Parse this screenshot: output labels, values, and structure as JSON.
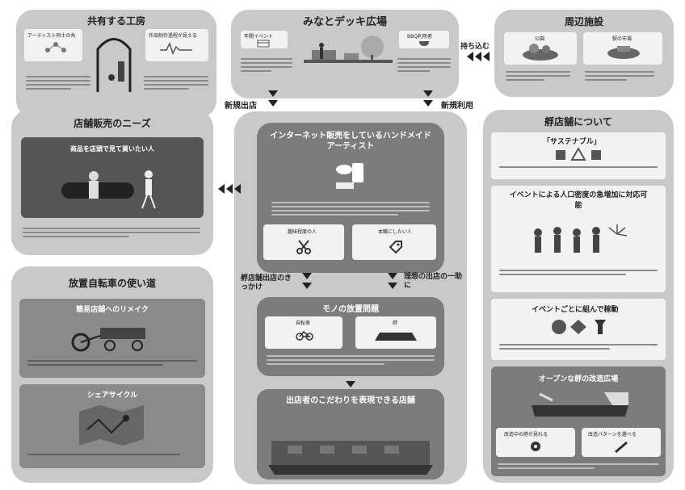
{
  "workshop": {
    "title": "共有する工房",
    "card_left": "アーティスト同士の共",
    "card_right": "作品制作過程が見える"
  },
  "plaza": {
    "title": "みなとデッキ広場",
    "card_left": "年間イベント",
    "card_right": "BBQ利用者"
  },
  "nearby": {
    "title": "周辺施設",
    "card_left": "公園",
    "card_right": "駅の市場"
  },
  "bring_in": "持ち込む",
  "new_shop": "新規出店",
  "new_use": "新規利用",
  "needs": {
    "title": "店舗販売のニーズ",
    "photo_caption": "商品を店頭で見て買いたい人"
  },
  "internet": {
    "title": "インターネット販売をしているハンドメイドアーティスト",
    "card_left": "趣味程度の人",
    "card_right": "本職にしたい人"
  },
  "barge": {
    "title": "艀店舗について",
    "sustainable": "「サステナブル」",
    "event_density": "イベントによる人口密度の急増加に対応可能",
    "per_event": "イベントごとに組んで稼動",
    "open_plaza": "オープンな艀の改造広場",
    "card_left": "改造中の艀が見れる",
    "card_right": "改造パターンを選べる"
  },
  "bike": {
    "title": "放置自転車の使い道",
    "remake": "簡易店舗へのリメイク",
    "share": "シェアサイクル"
  },
  "trigger_left": "艀店舗出店のきっかけ",
  "trigger_right": "理想の出店の一助に",
  "disposal": {
    "title": "モノの放置問題",
    "card_left": "自転車",
    "card_right": "艀"
  },
  "shop": {
    "title": "出店者のこだわりを表現できる店舗"
  }
}
